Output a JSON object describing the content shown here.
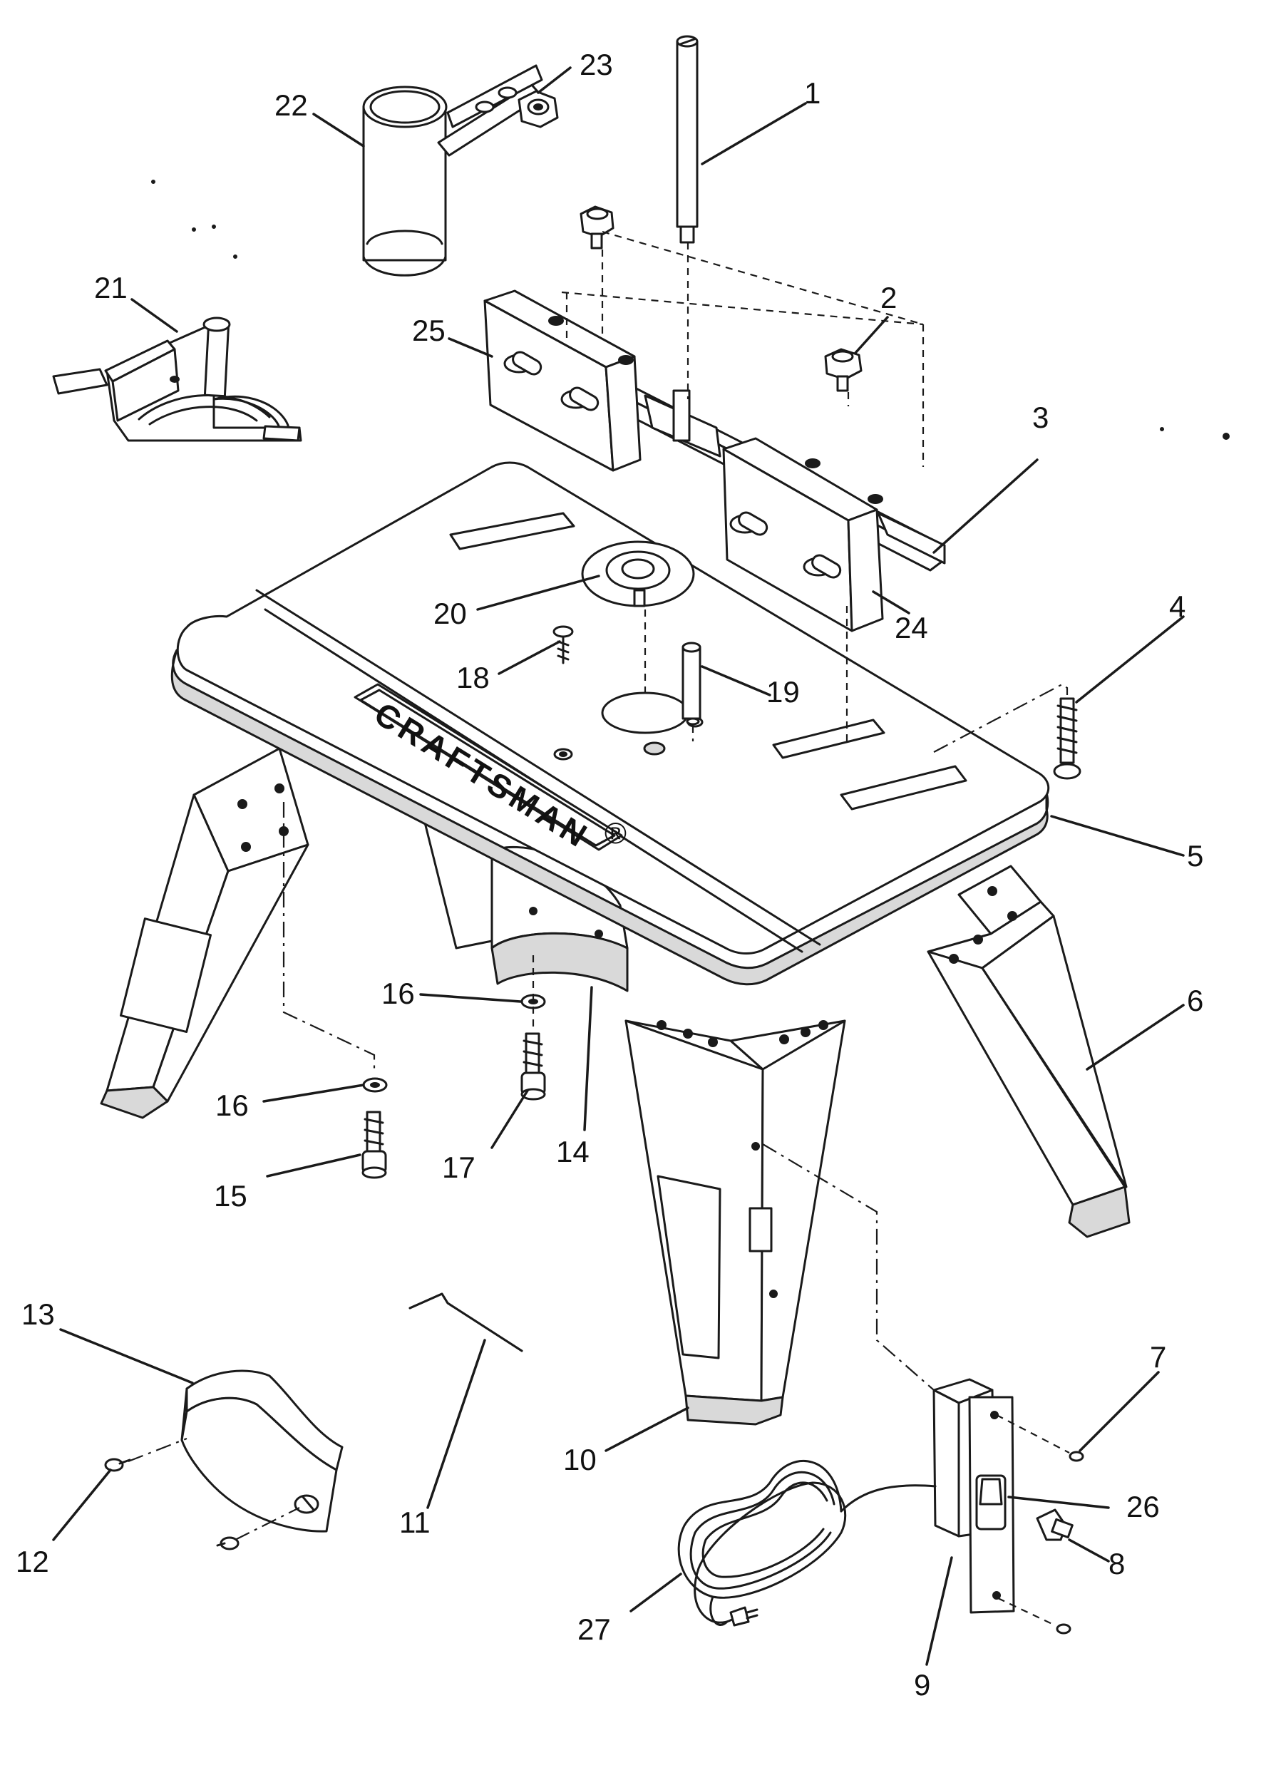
{
  "brand_text": "CRAFTSMAN",
  "brand_mark": "®",
  "callouts": [
    {
      "id": "label-1",
      "text": "1"
    },
    {
      "id": "label-2",
      "text": "2"
    },
    {
      "id": "label-3",
      "text": "3"
    },
    {
      "id": "label-4",
      "text": "4"
    },
    {
      "id": "label-5",
      "text": "5"
    },
    {
      "id": "label-6",
      "text": "6"
    },
    {
      "id": "label-7",
      "text": "7"
    },
    {
      "id": "label-8",
      "text": "8"
    },
    {
      "id": "label-9",
      "text": "9"
    },
    {
      "id": "label-10",
      "text": "10"
    },
    {
      "id": "label-11",
      "text": "11"
    },
    {
      "id": "label-12",
      "text": "12"
    },
    {
      "id": "label-13",
      "text": "13"
    },
    {
      "id": "label-14",
      "text": "14"
    },
    {
      "id": "label-15",
      "text": "15"
    },
    {
      "id": "label-16a",
      "text": "16"
    },
    {
      "id": "label-16b",
      "text": "16"
    },
    {
      "id": "label-17",
      "text": "17"
    },
    {
      "id": "label-18",
      "text": "18"
    },
    {
      "id": "label-19",
      "text": "19"
    },
    {
      "id": "label-20",
      "text": "20"
    },
    {
      "id": "label-21",
      "text": "21"
    },
    {
      "id": "label-22",
      "text": "22"
    },
    {
      "id": "label-23",
      "text": "23"
    },
    {
      "id": "label-24",
      "text": "24"
    },
    {
      "id": "label-25",
      "text": "25"
    },
    {
      "id": "label-26",
      "text": "26"
    },
    {
      "id": "label-27",
      "text": "27"
    }
  ]
}
